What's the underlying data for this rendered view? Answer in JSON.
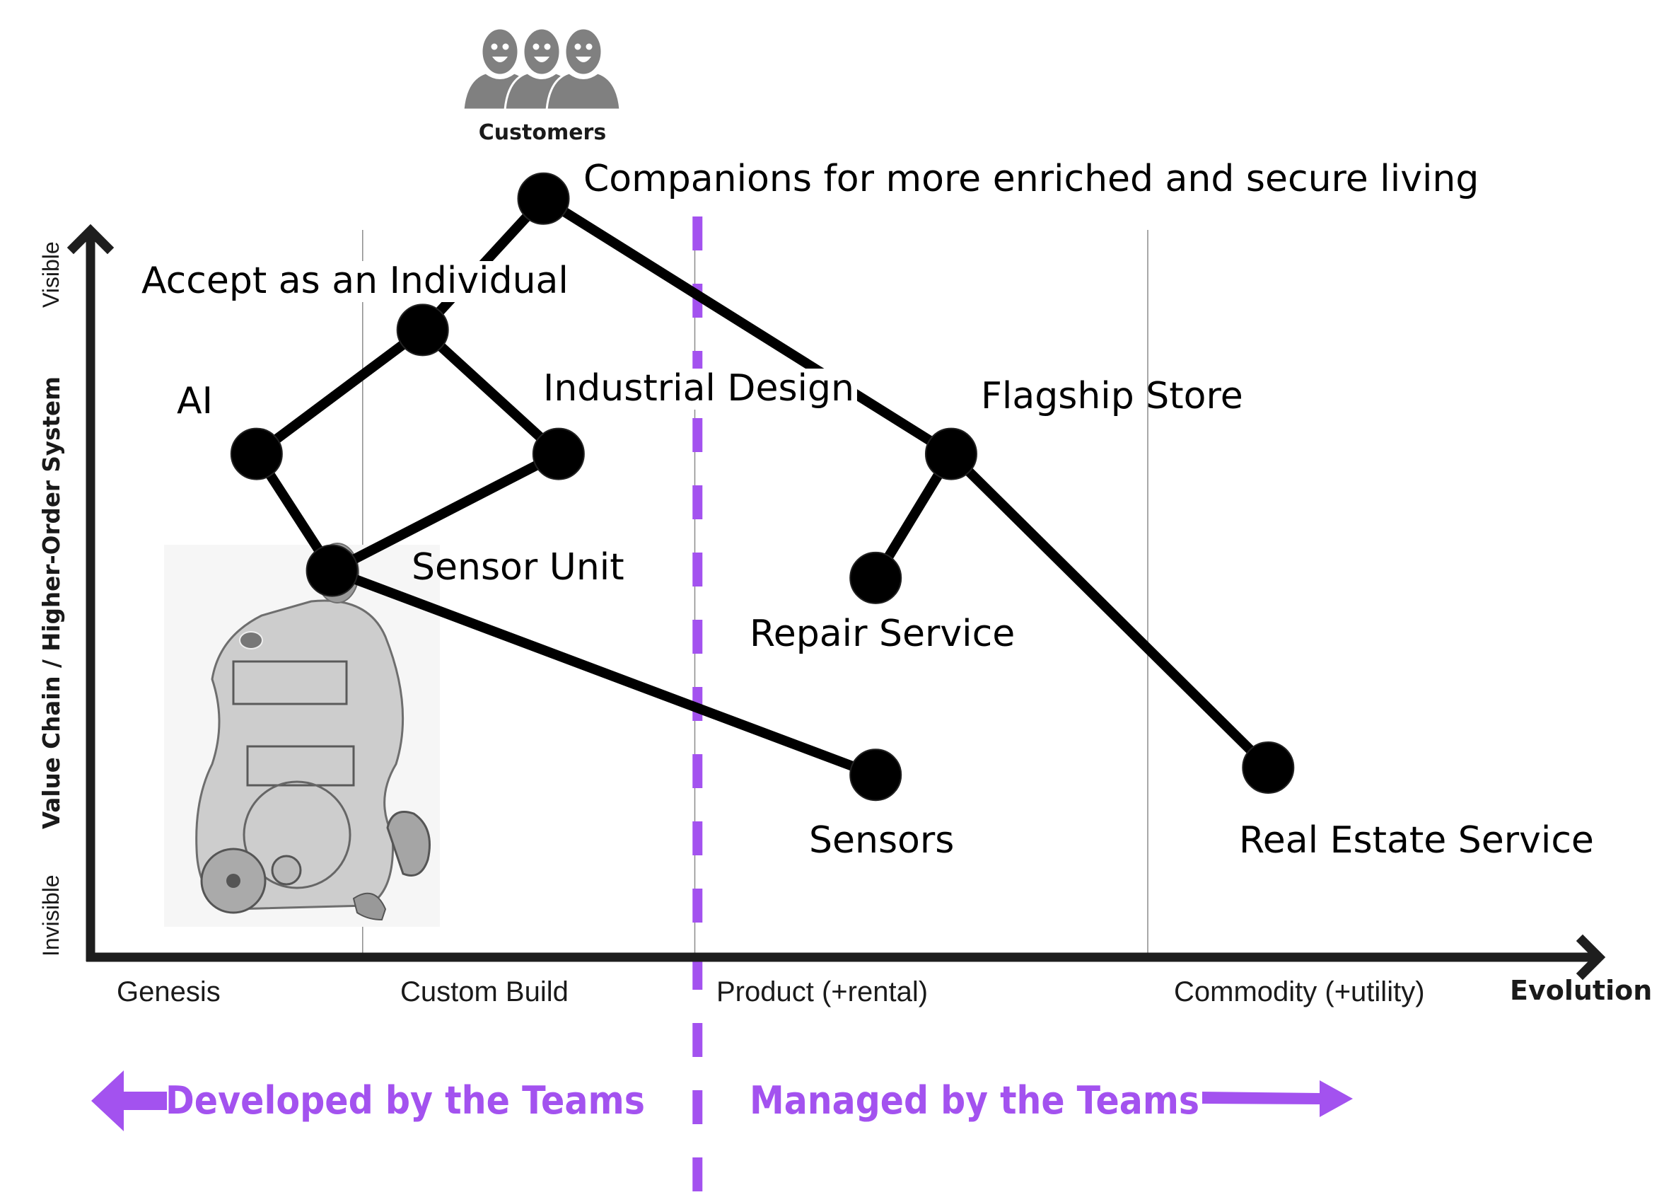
{
  "title": "Companion robot value chain map",
  "colors": {
    "ink": "#000000",
    "axis": "#1e1e1e",
    "guide": "#8c8c8c",
    "accent": "#A352EF",
    "icon_gray": "#808080",
    "robot_fill": "#c9c9c9",
    "robot_line": "#6e6e6e"
  },
  "user": {
    "icon": "customers-group-icon",
    "label": "Customers"
  },
  "axes": {
    "y_title": "Value Chain / Higher-Order System",
    "y_top": "Visible",
    "y_bottom": "Invisible",
    "x_title": "Evolution",
    "stages": [
      "Genesis",
      "Custom Build",
      "Product (+rental)",
      "Commodity (+utility)"
    ]
  },
  "divider": {
    "left_label": "Developed by the Teams",
    "right_label": "Managed by the Teams",
    "left_arrow_icon": "arrow-left-icon",
    "right_arrow_icon": "arrow-right-icon"
  },
  "illustration": {
    "icon": "robot-cutaway-illustration"
  },
  "chart_data": {
    "type": "scatter",
    "subtype": "wardley-map",
    "title": "",
    "xlabel": "Evolution",
    "ylabel": "Value Chain / Higher-Order System",
    "x_range": [
      0,
      1
    ],
    "y_range": [
      0,
      1
    ],
    "x_stage_boundaries": [
      0.18,
      0.4,
      0.7
    ],
    "x_stages": [
      "Genesis",
      "Custom Build",
      "Product (+rental)",
      "Commodity (+utility)"
    ],
    "y_ticks": [
      "Invisible",
      "Visible"
    ],
    "divider_at": 0.402,
    "nodes": [
      {
        "id": "companions",
        "label": "Companions for more enriched and secure living",
        "evolution": 0.3,
        "visibility": 1.04
      },
      {
        "id": "accept",
        "label": "Accept as an Individual",
        "evolution": 0.22,
        "visibility": 0.86
      },
      {
        "id": "ai",
        "label": "AI",
        "evolution": 0.11,
        "visibility": 0.69
      },
      {
        "id": "industrial",
        "label": "Industrial Design",
        "evolution": 0.31,
        "visibility": 0.69
      },
      {
        "id": "sensorunit",
        "label": "Sensor Unit",
        "evolution": 0.16,
        "visibility": 0.53
      },
      {
        "id": "flagship",
        "label": "Flagship Store",
        "evolution": 0.57,
        "visibility": 0.69
      },
      {
        "id": "repair",
        "label": "Repair Service",
        "evolution": 0.52,
        "visibility": 0.52
      },
      {
        "id": "sensors",
        "label": "Sensors",
        "evolution": 0.52,
        "visibility": 0.25
      },
      {
        "id": "realestate",
        "label": "Real Estate Service",
        "evolution": 0.78,
        "visibility": 0.26
      }
    ],
    "edges": [
      [
        "companions",
        "accept"
      ],
      [
        "companions",
        "flagship"
      ],
      [
        "accept",
        "ai"
      ],
      [
        "accept",
        "industrial"
      ],
      [
        "ai",
        "sensorunit"
      ],
      [
        "industrial",
        "sensorunit"
      ],
      [
        "sensorunit",
        "sensors"
      ],
      [
        "flagship",
        "repair"
      ],
      [
        "flagship",
        "realestate"
      ]
    ],
    "legend": "none",
    "grid": false
  }
}
